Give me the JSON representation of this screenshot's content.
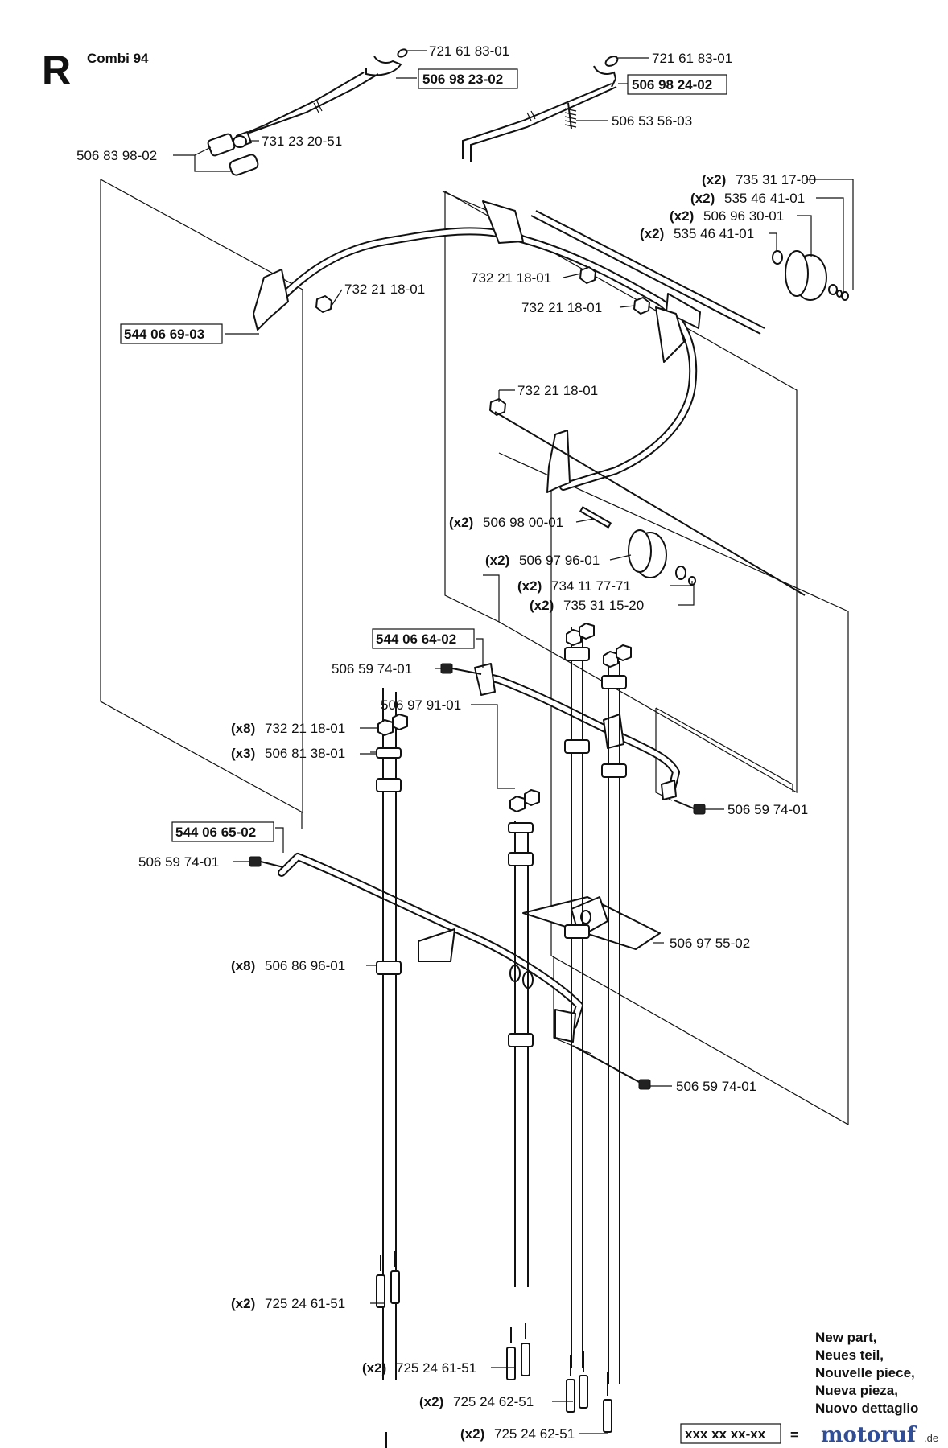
{
  "header": {
    "letter": "R",
    "model": "Combi 94"
  },
  "parts": {
    "p1": "721 61 83-01",
    "p2": "506 98 23-02",
    "p3": "731 23 20-51",
    "p4": "506 83 98-02",
    "p5": "721 61 83-01",
    "p6": "506 98 24-02",
    "p7": "506 53 56-03",
    "p8": "735 31 17-00",
    "p9": "535 46 41-01",
    "p10": "506 96 30-01",
    "p11": "535 46 41-01",
    "p12": "732 21 18-01",
    "p13": "732 21 18-01",
    "p14": "732 21 18-01",
    "p15": "544 06 69-03",
    "p16": "732 21 18-01",
    "p17": "506 98 00-01",
    "p18": "506 97 96-01",
    "p19": "734 11 77-71",
    "p20": "735 31 15-20",
    "p21": "544 06 64-02",
    "p22": "506 59 74-01",
    "p23": "506 97 91-01",
    "p24": "732 21 18-01",
    "p25": "506 81 38-01",
    "p26": "506 59 74-01",
    "p27": "544 06 65-02",
    "p28": "506 59 74-01",
    "p29": "506 97 55-02",
    "p30": "506 86 96-01",
    "p31": "506 59 74-01",
    "p32": "725 24 61-51",
    "p33": "725 24 61-51",
    "p34": "725 24 62-51",
    "p35": "725 24 62-51"
  },
  "quantities": {
    "q2": "(x2)",
    "q3": "(x3)",
    "q8": "(x8)"
  },
  "legend": {
    "placeholder": "xxx xx xx-xx",
    "equals": "=",
    "line1": "New part,",
    "line2": "Neues teil,",
    "line3": "Nouvelle piece,",
    "line4": "Nueva pieza,",
    "line5": "Nuovo dettaglio"
  },
  "watermark": {
    "text": "motoruf",
    "suffix": ".de"
  },
  "colors": {
    "ink": "#111111",
    "watermark_blue": "#1a3a8c",
    "watermark_orange": "#e07a10"
  }
}
